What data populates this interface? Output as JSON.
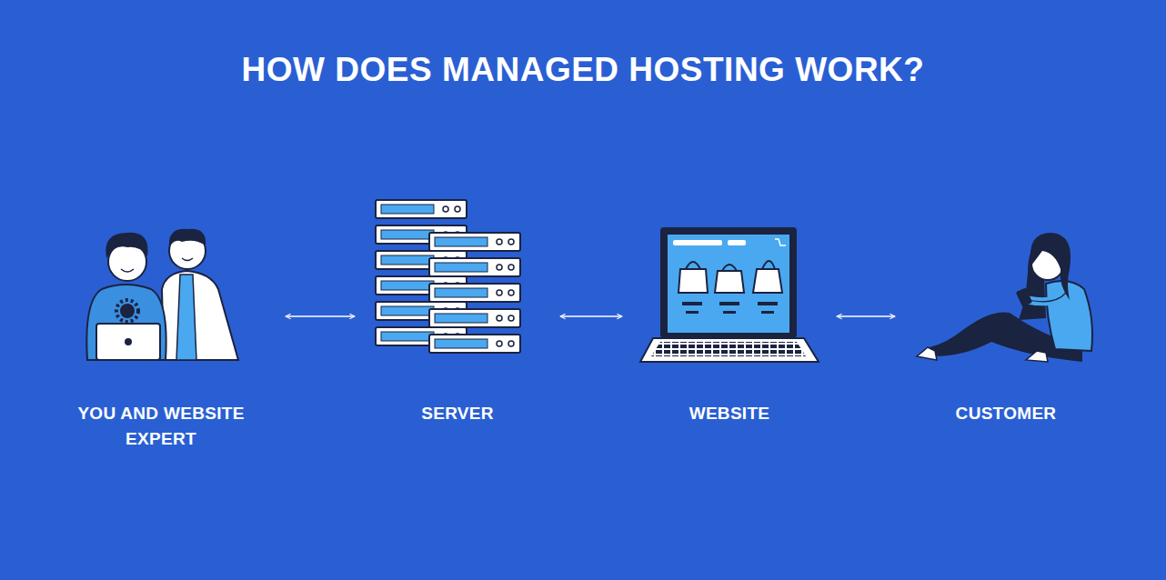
{
  "diagram": {
    "title": "HOW DOES MANAGED HOSTING WORK?",
    "nodes": [
      {
        "text": [
          "YOU AND WEBSITE EXPERT"
        ]
      },
      {
        "text": [
          "SERVER"
        ]
      },
      {
        "text": [
          "WEBSITE"
        ]
      },
      {
        "text": [
          "CUSTOMER"
        ]
      }
    ],
    "edges": [
      {
        "from": 0,
        "to": 1,
        "arrow": "both"
      },
      {
        "from": 1,
        "to": 2,
        "arrow": "both"
      },
      {
        "from": 2,
        "to": 3,
        "arrow": "both"
      }
    ]
  }
}
